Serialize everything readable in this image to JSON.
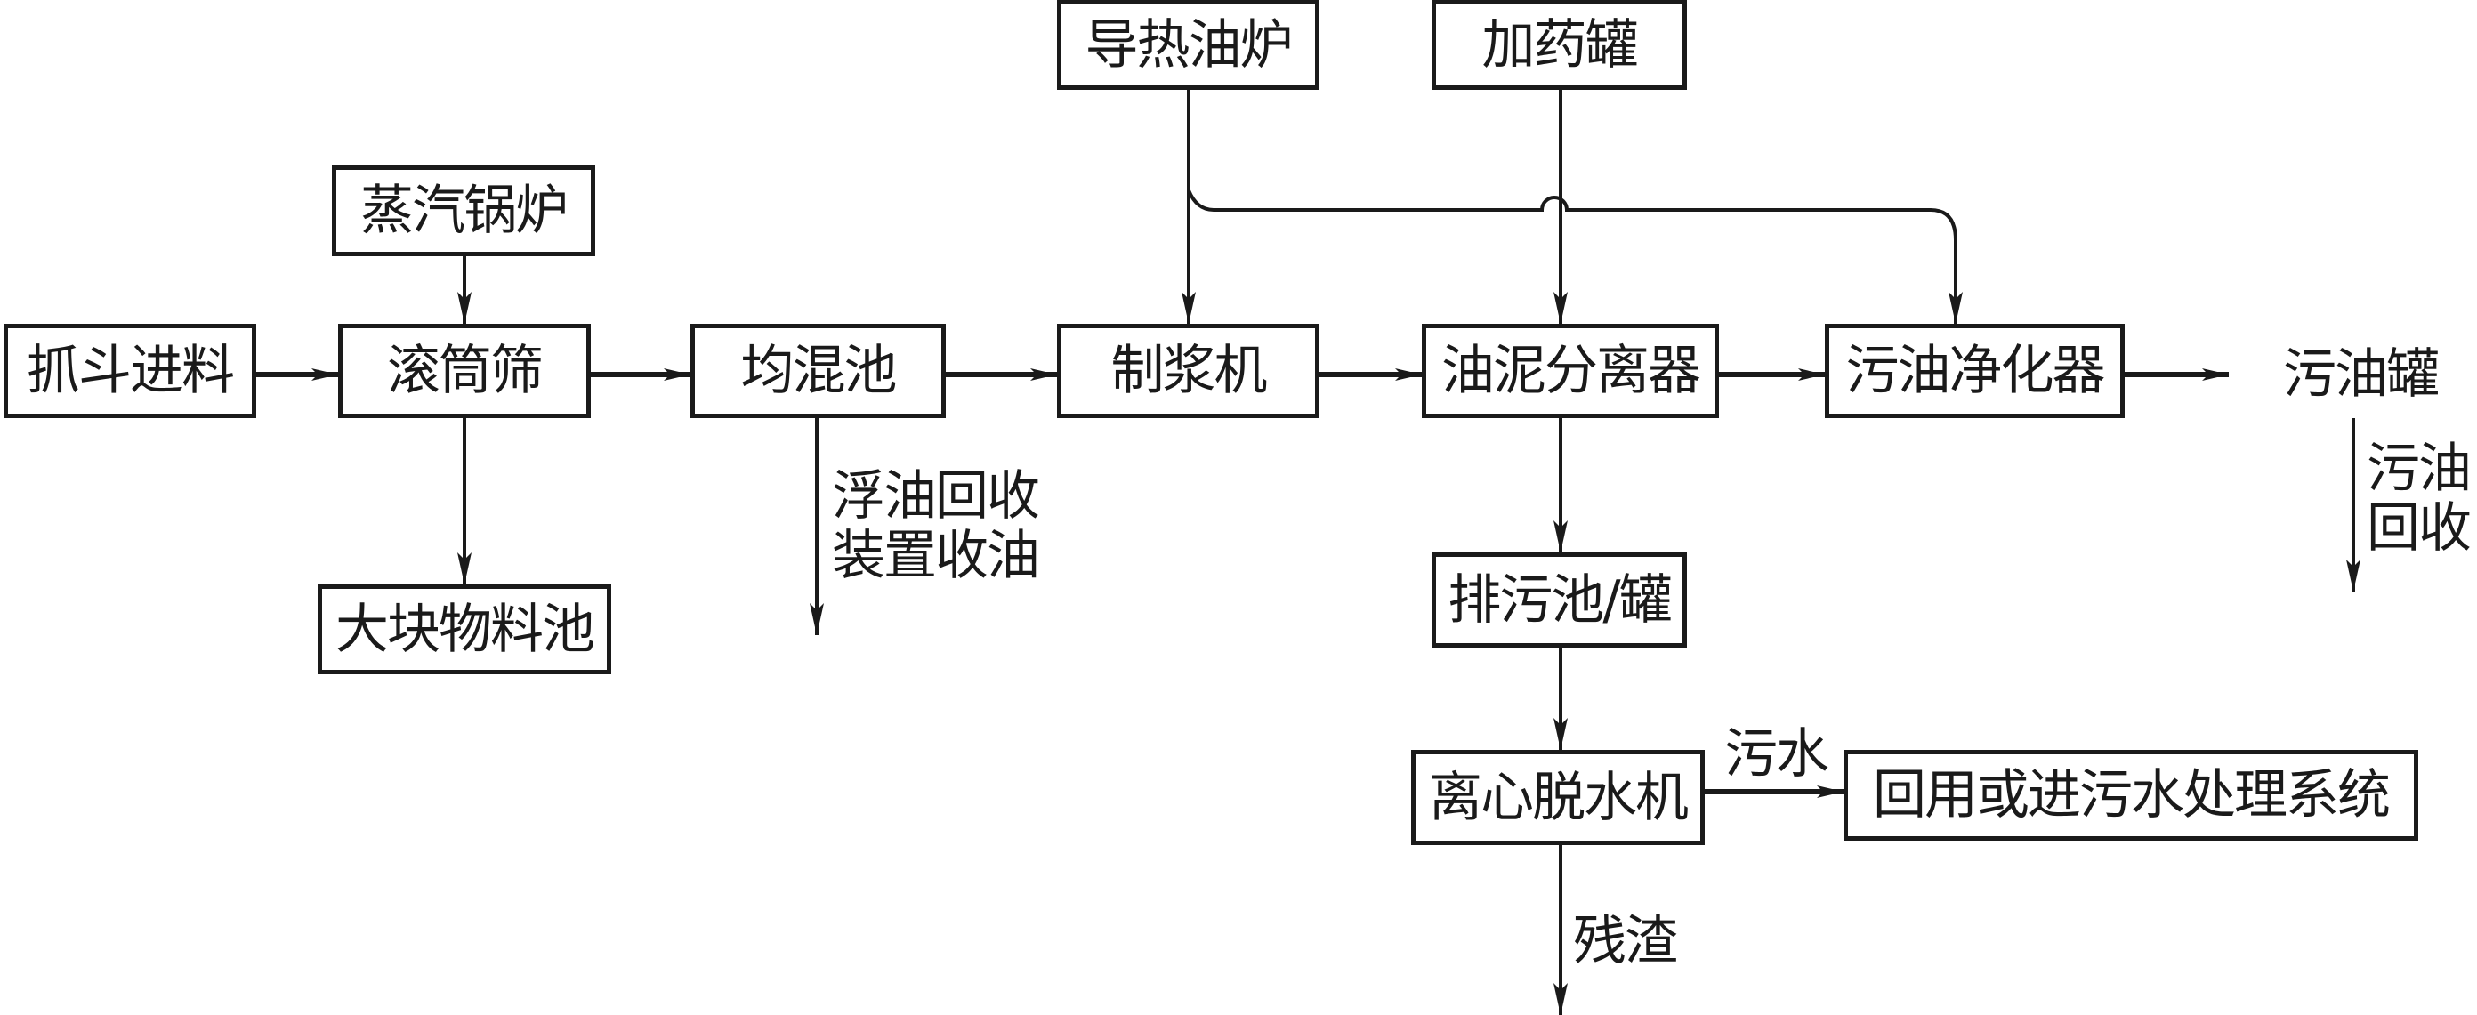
{
  "diagram": {
    "type": "process-flowchart",
    "nodes": {
      "grab_feed": "抓斗进料",
      "steam_boiler": "蒸汽锅炉",
      "drum_screen": "滚筒筛",
      "bulk_material_pool": "大块物料池",
      "mixing_tank": "均混池",
      "thermal_oil_furnace": "导热油炉",
      "pulper": "制浆机",
      "dosing_tank": "加药罐",
      "oil_sludge_separator": "油泥分离器",
      "sewage_tank": "排污池/罐",
      "centrifugal_dewaterer": "离心脱水机",
      "reuse_or_wastewater_system": "回用或进污水处理系统",
      "waste_oil_purifier": "污油净化器",
      "waste_oil_tank": "污油罐"
    },
    "edge_labels": {
      "float_oil_recovery_line1": "浮油回收",
      "float_oil_recovery_line2": "装置收油",
      "waste_oil_recovery_line1": "污油",
      "waste_oil_recovery_line2": "回收",
      "wastewater": "污水",
      "residue": "残渣"
    },
    "edges": [
      {
        "from": "抓斗进料",
        "to": "滚筒筛"
      },
      {
        "from": "蒸汽锅炉",
        "to": "滚筒筛"
      },
      {
        "from": "滚筒筛",
        "to": "大块物料池"
      },
      {
        "from": "滚筒筛",
        "to": "均混池"
      },
      {
        "from": "均混池",
        "to": "浮油回收装置收油"
      },
      {
        "from": "均混池",
        "to": "制浆机"
      },
      {
        "from": "导热油炉",
        "to": "制浆机"
      },
      {
        "from": "导热油炉",
        "to": "污油净化器"
      },
      {
        "from": "制浆机",
        "to": "油泥分离器"
      },
      {
        "from": "加药罐",
        "to": "油泥分离器"
      },
      {
        "from": "油泥分离器",
        "to": "污油净化器"
      },
      {
        "from": "油泥分离器",
        "to": "排污池/罐"
      },
      {
        "from": "排污池/罐",
        "to": "离心脱水机"
      },
      {
        "from": "离心脱水机",
        "to": "回用或进污水处理系统",
        "label": "污水"
      },
      {
        "from": "离心脱水机",
        "to": "残渣"
      },
      {
        "from": "污油净化器",
        "to": "污油罐"
      },
      {
        "from": "污油罐",
        "to": "污油回收"
      }
    ],
    "colors": {
      "ink": "#1a1a1a",
      "background": "#ffffff"
    }
  }
}
